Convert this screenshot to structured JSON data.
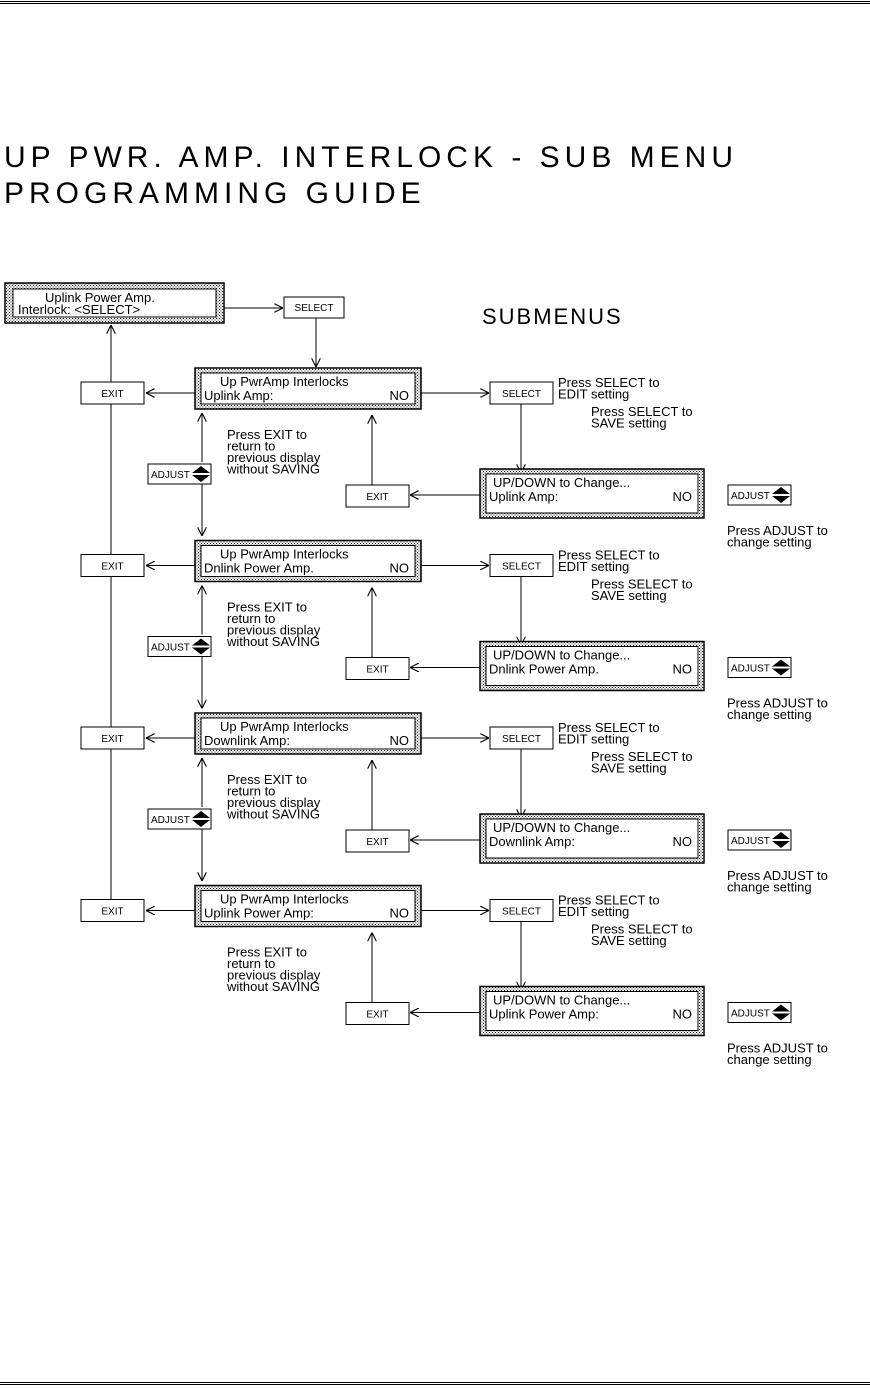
{
  "title": {
    "line1": "UP PWR. AMP. INTERLOCK - SUB MENU",
    "line2": "PROGRAMMING GUIDE"
  },
  "submenus_label": "SUBMENUS",
  "main_display": {
    "line1": "Uplink Power Amp.",
    "line2": "Interlock:  <SELECT>"
  },
  "main_select": "SELECT",
  "rows": [
    {
      "menu_line1": "Up PwrAmp Interlocks",
      "menu_line2": "Uplink Amp:",
      "menu_value": "NO",
      "edit_line1": "UP/DOWN to Change...",
      "edit_line2": "Uplink Amp:",
      "edit_value": "NO"
    },
    {
      "menu_line1": "Up PwrAmp Interlocks",
      "menu_line2": "Dnlink Power Amp.",
      "menu_value": "NO",
      "edit_line1": "UP/DOWN to Change...",
      "edit_line2": "Dnlink Power Amp.",
      "edit_value": "NO"
    },
    {
      "menu_line1": "Up PwrAmp Interlocks",
      "menu_line2": "Downlink Amp:",
      "menu_value": "NO",
      "edit_line1": "UP/DOWN to Change...",
      "edit_line2": "Downlink Amp:",
      "edit_value": "NO"
    },
    {
      "menu_line1": "Up PwrAmp Interlocks",
      "menu_line2": "Uplink Power Amp:",
      "menu_value": "NO",
      "edit_line1": "UP/DOWN to Change...",
      "edit_line2": "Uplink Power Amp:",
      "edit_value": "NO"
    }
  ],
  "buttons": {
    "exit": "EXIT",
    "select": "SELECT",
    "adjust": "ADJUST"
  },
  "notes": {
    "press_select_edit": [
      "Press SELECT to",
      "EDIT setting"
    ],
    "press_select_save": [
      "Press SELECT to",
      "SAVE setting"
    ],
    "press_exit": [
      "Press EXIT to",
      "return to",
      "previous display",
      "without SAVING"
    ],
    "press_adjust": [
      "Press ADJUST to",
      "change setting"
    ]
  }
}
